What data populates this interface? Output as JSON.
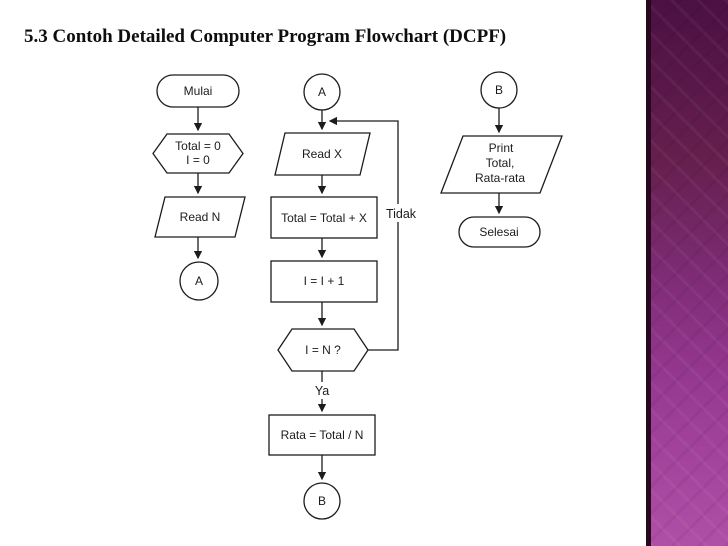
{
  "slide": {
    "title": "5.3 Contoh Detailed Computer Program Flowchart (DCPF)"
  },
  "colors": {
    "background": "#ffffff",
    "line_stroke": "#1c1c1c",
    "sidebar_gradient_top": "#4c1042",
    "sidebar_gradient_bottom": "#b04fa6",
    "sidebar_edge": "#26091f"
  },
  "flowchart": {
    "col1": {
      "start": "Mulai",
      "init_line1": "Total = 0",
      "init_line2": "I = 0",
      "read_n": "Read N",
      "connector_a": "A"
    },
    "col2": {
      "connector_a": "A",
      "read_x": "Read X",
      "accumulate": "Total = Total + X",
      "increment": "I = I + 1",
      "decision": "I = N ?",
      "yes_label": "Ya",
      "no_label": "Tidak",
      "average": "Rata = Total / N",
      "connector_b": "B"
    },
    "col3": {
      "connector_b": "B",
      "print_line1": "Print",
      "print_line2": "Total,",
      "print_line3": "Rata-rata",
      "end": "Selesai"
    }
  }
}
